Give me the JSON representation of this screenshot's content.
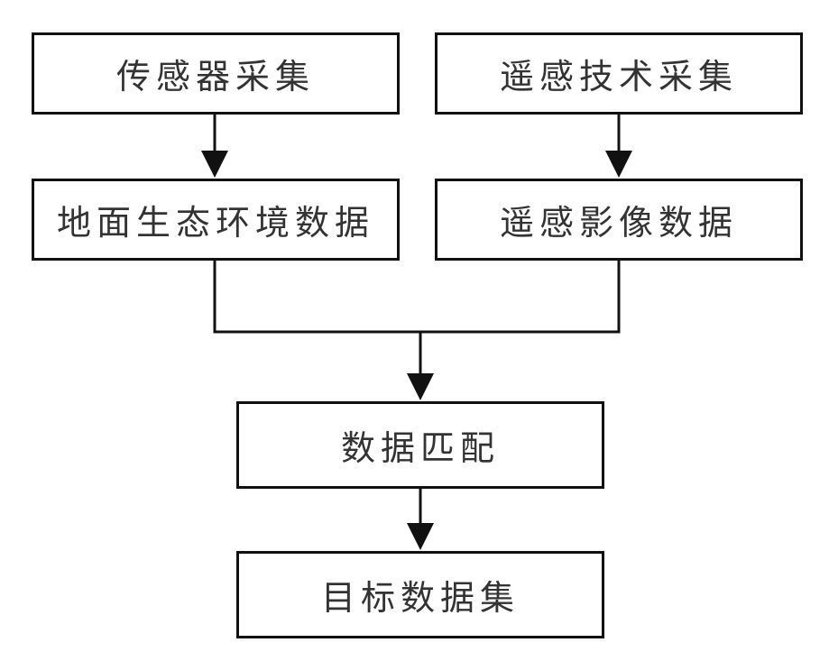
{
  "nodes": {
    "sensor_collect": "传感器采集",
    "remote_collect": "遥感技术采集",
    "ground_eco_data": "地面生态环境数据",
    "remote_image_data": "遥感影像数据",
    "data_match": "数据匹配",
    "target_dataset": "目标数据集"
  },
  "colors": {
    "stroke": "#111111",
    "text": "#333333",
    "background": "#ffffff"
  }
}
